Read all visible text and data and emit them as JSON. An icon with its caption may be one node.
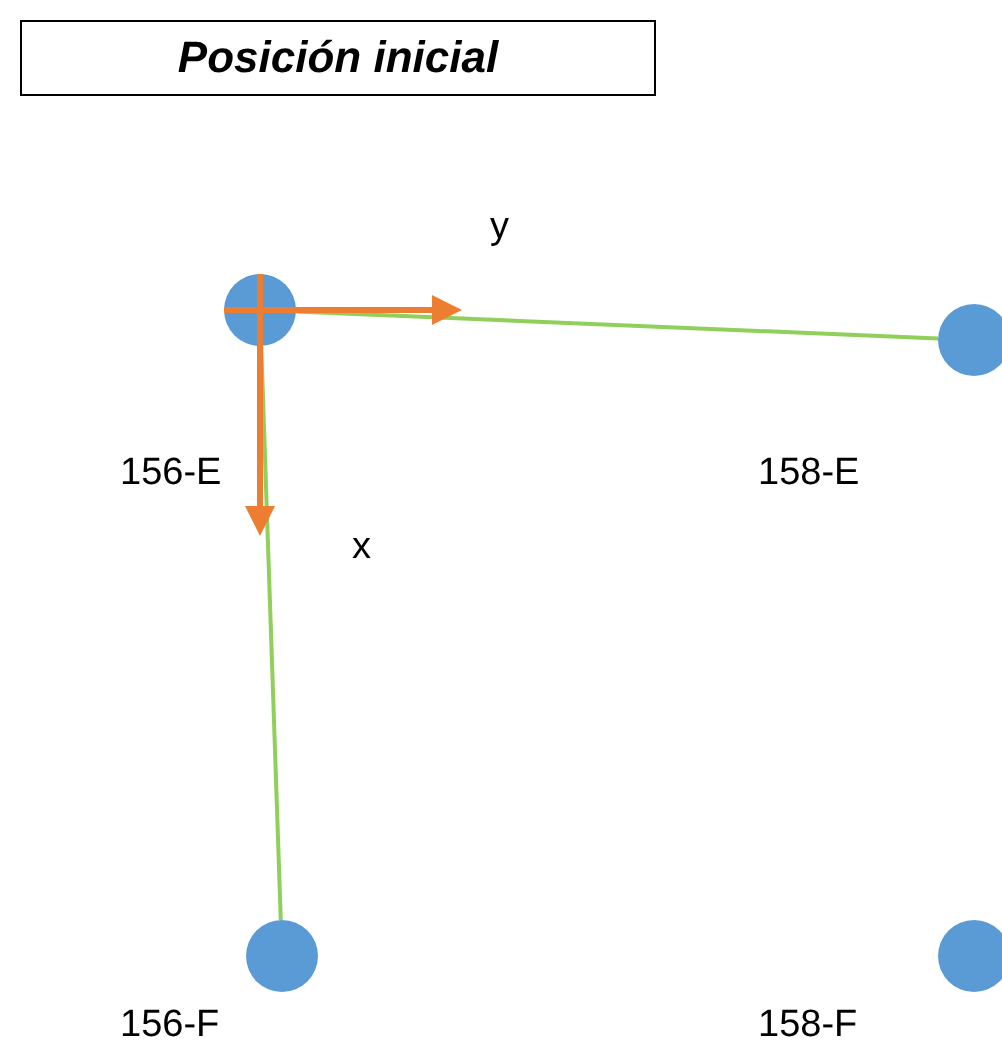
{
  "diagram": {
    "title": "Posición inicial",
    "nodes": [
      {
        "text": [],
        "shape": "circle",
        "beside": [
          "156-E"
        ]
      },
      {
        "text": [],
        "shape": "circle",
        "beside": [
          "158-E"
        ]
      },
      {
        "text": [],
        "shape": "circle",
        "beside": [
          "156-F"
        ]
      },
      {
        "text": [],
        "shape": "circle",
        "beside": [
          "158-F"
        ]
      }
    ],
    "edges": [
      {
        "from": 0,
        "to": 1,
        "arrow": "none"
      },
      {
        "from": 0,
        "to": 2,
        "arrow": "none"
      }
    ],
    "labels": [
      "y",
      "x"
    ]
  }
}
